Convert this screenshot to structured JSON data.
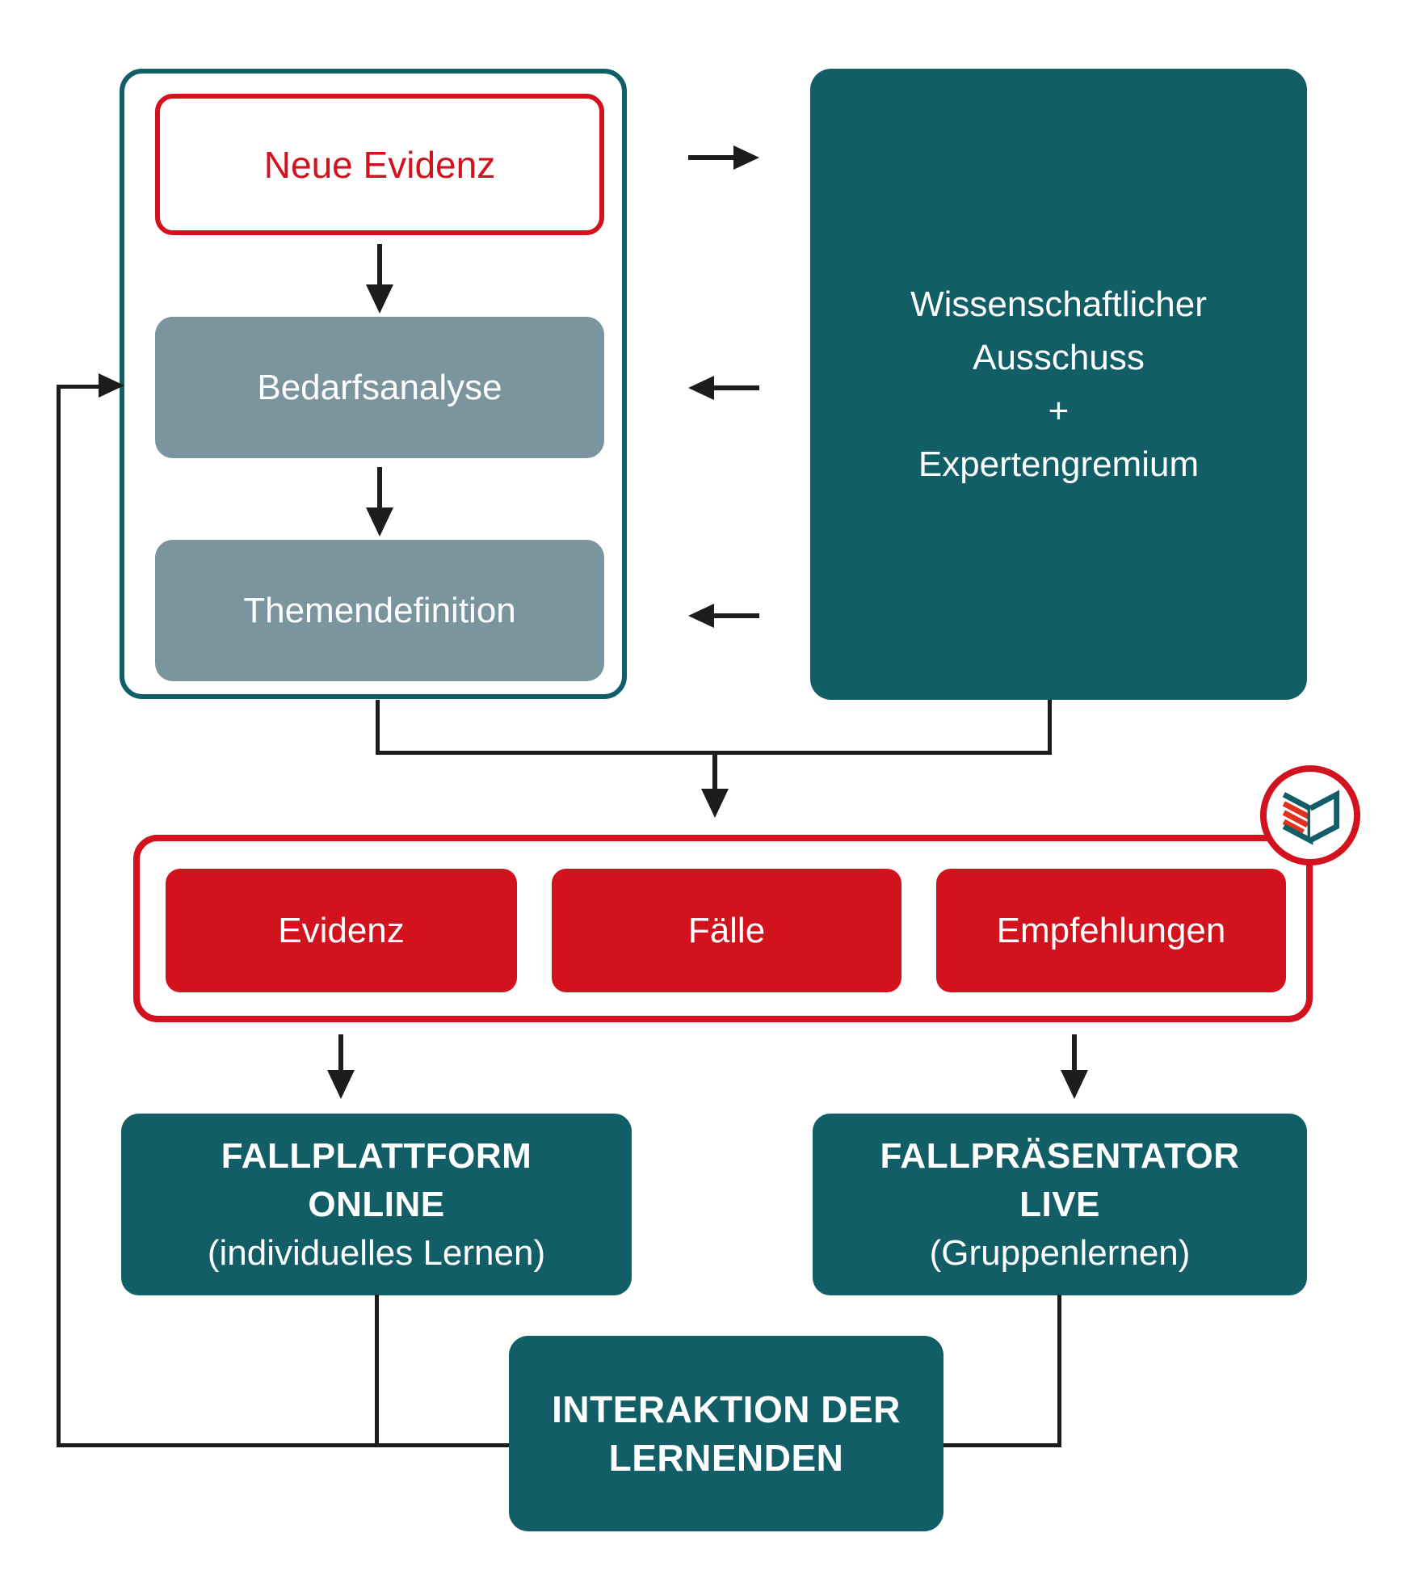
{
  "colors": {
    "teal": "#115E67",
    "gray_blue": "#7B959E",
    "red": "#D2121D",
    "line_black": "#1C1C1C",
    "white": "#FFFFFF"
  },
  "definition_stage": {
    "neue_evidenz": "Neue Evidenz",
    "bedarfsanalyse": "Bedarfsanalyse",
    "themendefinition": "Themendefinition"
  },
  "committee": {
    "lines": [
      "Wissenschaftlicher",
      "Ausschuss",
      "+",
      "Expertengremium"
    ]
  },
  "content_bar": {
    "items": [
      "Evidenz",
      "Fälle",
      "Empfehlungen"
    ]
  },
  "platform_online": {
    "title_lines": [
      "FALLPLATTFORM",
      "ONLINE"
    ],
    "subtitle": "(individuelles Lernen)"
  },
  "presenter_live": {
    "title_lines": [
      "FALLPRÄSENTATOR",
      "LIVE"
    ],
    "subtitle": "(Gruppenlernen)"
  },
  "interaction": {
    "lines": [
      "INTERAKTION DER",
      "LERNENDEN"
    ]
  },
  "icon": {
    "name": "open-book-logo"
  }
}
